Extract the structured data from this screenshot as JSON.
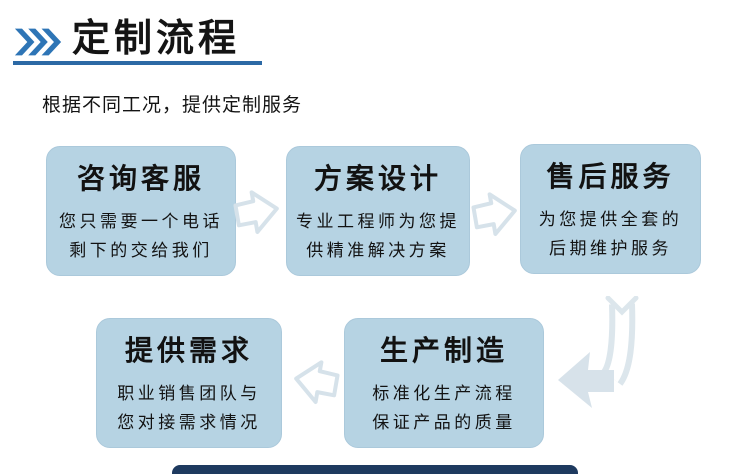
{
  "page": {
    "background": "#ffffff"
  },
  "header": {
    "icon": "triple-chevron-right-icon",
    "title": "定制流程",
    "subtitle": "根据不同工况，提供定制服务",
    "accent_blue": "#2e75b6",
    "underline_blue": "#2c69a5",
    "text_color": "#141414"
  },
  "flow": {
    "box_fill": "#b6d3e3",
    "arrow_outline_color": "#d6e2ea",
    "curved_arrow_fill": "#dce6ec",
    "steps": [
      {
        "title": "咨询客服",
        "lines": [
          "您只需要一个电话",
          "剩下的交给我们"
        ]
      },
      {
        "title": "方案设计",
        "lines": [
          "专业工程师为您提",
          "供精准解决方案"
        ]
      },
      {
        "title": "售后服务",
        "lines": [
          "为您提供全套的",
          "后期维护服务"
        ]
      },
      {
        "title": "提供需求",
        "lines": [
          "职业销售团队与",
          "您对接需求情况"
        ]
      },
      {
        "title": "生产制造",
        "lines": [
          "标准化生产流程",
          "保证产品的质量"
        ]
      }
    ]
  },
  "footer": {
    "bar_color": "#1e3a5f"
  }
}
